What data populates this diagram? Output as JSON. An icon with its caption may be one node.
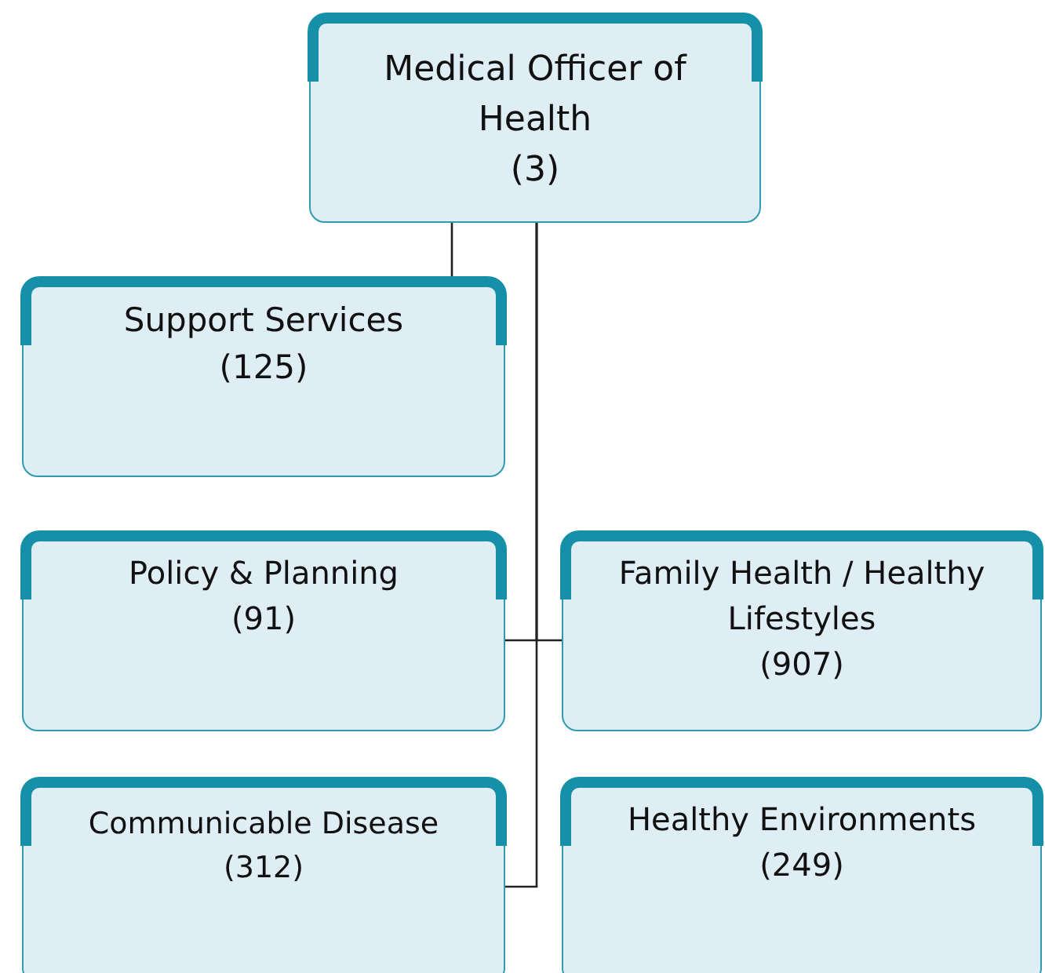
{
  "diagram": {
    "nodes": [
      {
        "text": [
          "Medical Officer of Health",
          "(3)"
        ]
      },
      {
        "text": [
          "Support Services",
          "(125)"
        ]
      },
      {
        "text": [
          "Policy & Planning",
          "(91)"
        ]
      },
      {
        "text": [
          "Family Health / Healthy Lifestyles",
          "(907)"
        ]
      },
      {
        "text": [
          "Communicable Disease",
          "(312)"
        ]
      },
      {
        "text": [
          "Healthy Environments",
          "(249)"
        ]
      }
    ],
    "edges": [
      {
        "from": 0,
        "to": 1,
        "arrow": "none"
      },
      {
        "from": 0,
        "to": 2,
        "arrow": "none"
      },
      {
        "from": 0,
        "to": 3,
        "arrow": "none"
      },
      {
        "from": 0,
        "to": 4,
        "arrow": "none"
      }
    ]
  }
}
